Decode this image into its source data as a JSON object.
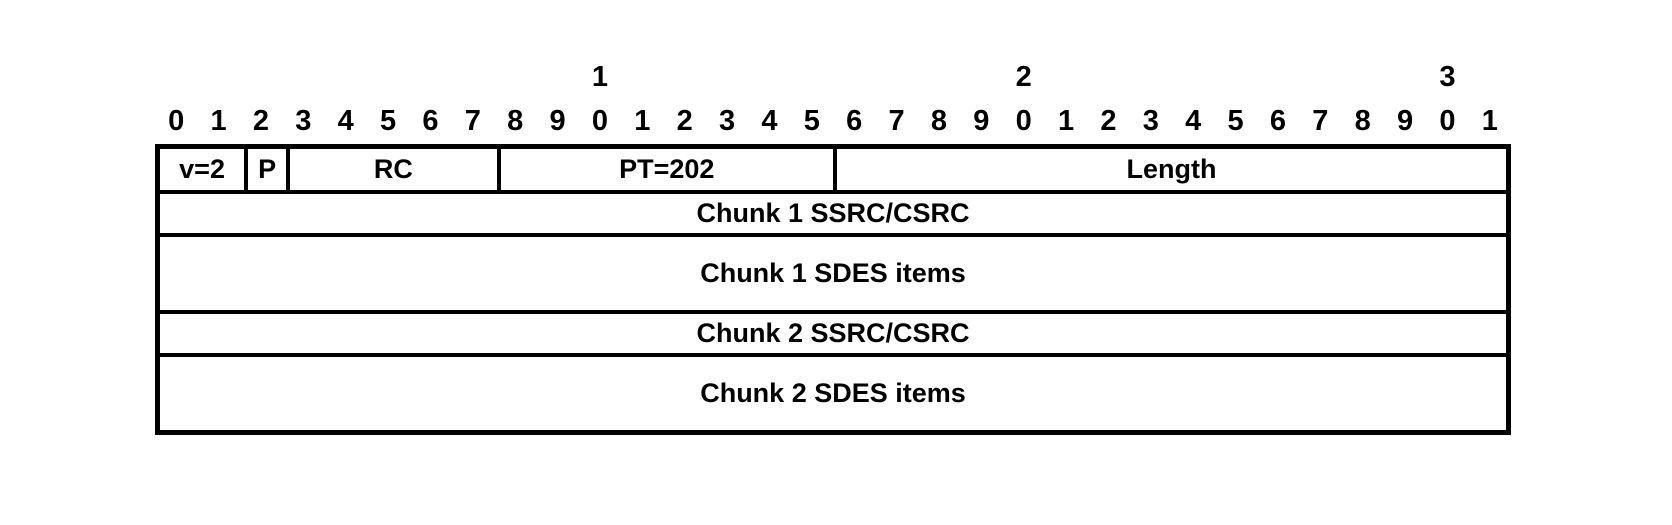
{
  "colors": {
    "line": "#000000",
    "background": "#ffffff",
    "text": "#000000"
  },
  "bit_ruler": {
    "tens_markers": [
      {
        "label": "1",
        "above_bit": 10
      },
      {
        "label": "2",
        "above_bit": 20
      },
      {
        "label": "3",
        "above_bit": 30
      }
    ],
    "bit_labels": [
      "0",
      "1",
      "2",
      "3",
      "4",
      "5",
      "6",
      "7",
      "8",
      "9",
      "0",
      "1",
      "2",
      "3",
      "4",
      "5",
      "6",
      "7",
      "8",
      "9",
      "0",
      "1",
      "2",
      "3",
      "4",
      "5",
      "6",
      "7",
      "8",
      "9",
      "0",
      "1"
    ]
  },
  "packet": {
    "total_bits": 32,
    "header_fields": [
      {
        "label": "v=2",
        "bits": 2
      },
      {
        "label": "P",
        "bits": 1
      },
      {
        "label": "RC",
        "bits": 5
      },
      {
        "label": "PT=202",
        "bits": 8
      },
      {
        "label": "Length",
        "bits": 16
      }
    ],
    "rows": [
      {
        "label": "Chunk 1 SSRC/CSRC",
        "size": "single"
      },
      {
        "label": "Chunk 1 SDES items",
        "size": "double"
      },
      {
        "label": "Chunk 2 SSRC/CSRC",
        "size": "single"
      },
      {
        "label": "Chunk 2 SDES items",
        "size": "double"
      }
    ]
  }
}
